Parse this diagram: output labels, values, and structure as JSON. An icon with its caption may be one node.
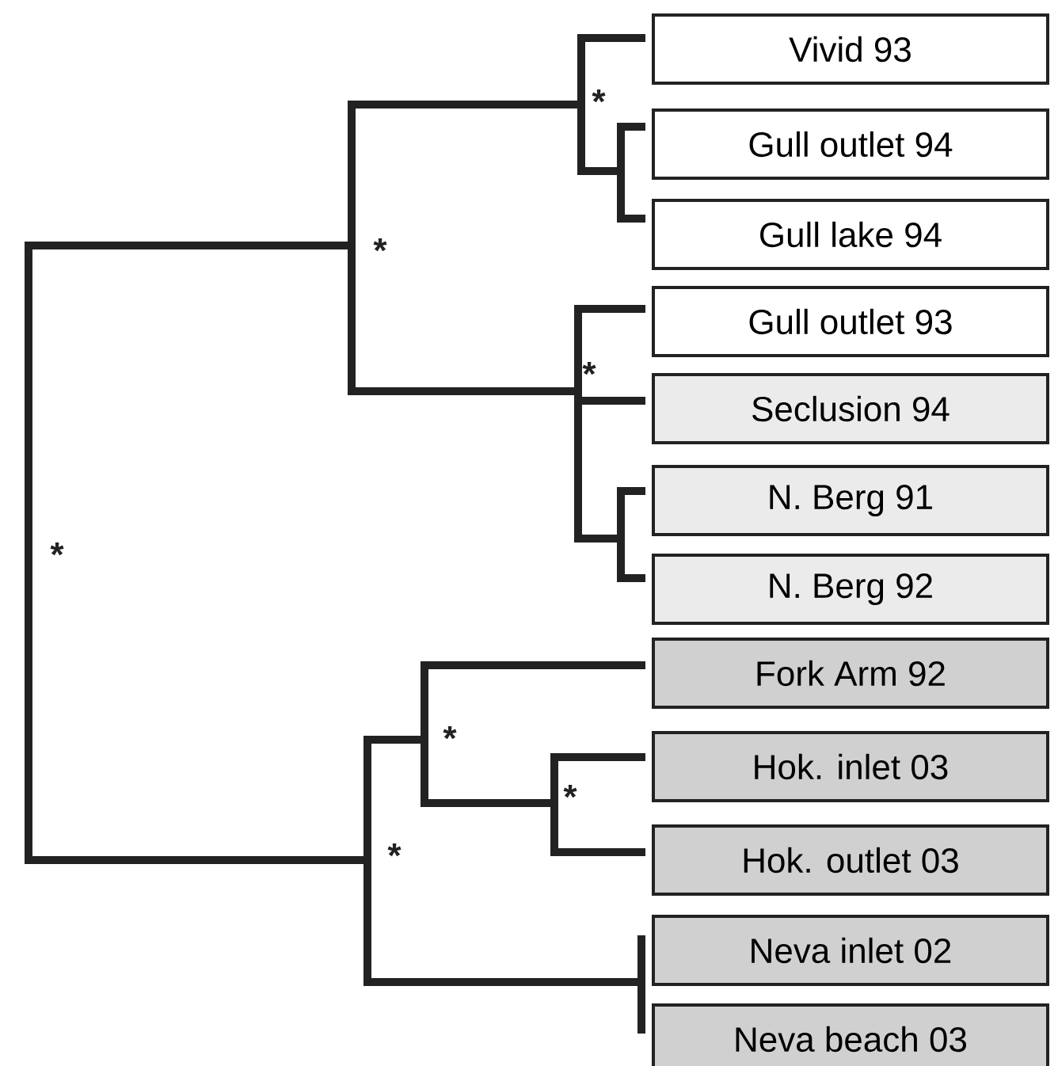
{
  "diagram": {
    "nodes": [
      {
        "text": [
          "Vivid 93"
        ]
      },
      {
        "text": [
          "Gull outlet 94"
        ]
      },
      {
        "text": [
          "Gull lake 94"
        ]
      },
      {
        "text": [
          "Gull outlet 93"
        ]
      },
      {
        "text": [
          "Seclusion 94"
        ]
      },
      {
        "text": [
          "N. Berg 91"
        ]
      },
      {
        "text": [
          "N. Berg 92"
        ]
      },
      {
        "text": [
          "Fork Arm 92"
        ]
      },
      {
        "text": [
          "Hok. inlet 03"
        ]
      },
      {
        "text": [
          "Hok. outlet 03"
        ]
      },
      {
        "text": [
          "Neva inlet 02"
        ]
      },
      {
        "text": [
          "Neva beach 03"
        ]
      }
    ],
    "labels": [
      "*",
      "*",
      "*",
      "*",
      "*",
      "*",
      "*"
    ]
  }
}
